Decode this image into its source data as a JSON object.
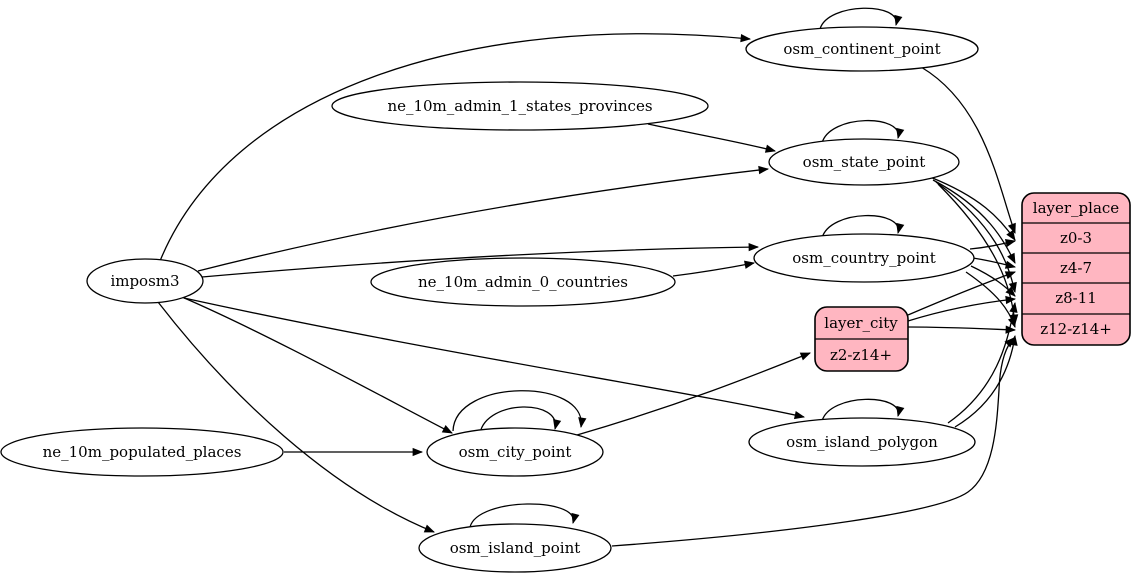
{
  "diagram": {
    "type": "graphviz-etl-flow",
    "background_color": "#ffffff",
    "node_fill": "#ffffff",
    "record_fill": "#ffb6c1",
    "stroke_color": "#000000",
    "nodes": {
      "imposm3": {
        "label": "imposm3",
        "shape": "ellipse"
      },
      "ne_10m_admin_1_states_provinces": {
        "label": "ne_10m_admin_1_states_provinces",
        "shape": "ellipse"
      },
      "ne_10m_admin_0_countries": {
        "label": "ne_10m_admin_0_countries",
        "shape": "ellipse"
      },
      "ne_10m_populated_places": {
        "label": "ne_10m_populated_places",
        "shape": "ellipse"
      },
      "osm_continent_point": {
        "label": "osm_continent_point",
        "shape": "ellipse"
      },
      "osm_state_point": {
        "label": "osm_state_point",
        "shape": "ellipse"
      },
      "osm_country_point": {
        "label": "osm_country_point",
        "shape": "ellipse"
      },
      "osm_city_point": {
        "label": "osm_city_point",
        "shape": "ellipse"
      },
      "osm_island_polygon": {
        "label": "osm_island_polygon",
        "shape": "ellipse"
      },
      "osm_island_point": {
        "label": "osm_island_point",
        "shape": "ellipse"
      },
      "layer_city": {
        "title": "layer_city",
        "rows": [
          "z2-z14+"
        ],
        "shape": "record"
      },
      "layer_place": {
        "title": "layer_place",
        "rows": [
          "z0-3",
          "z4-7",
          "z8-11",
          "z12-z14+"
        ],
        "shape": "record"
      }
    },
    "edges": [
      {
        "from": "imposm3",
        "to": "osm_continent_point"
      },
      {
        "from": "imposm3",
        "to": "osm_state_point"
      },
      {
        "from": "imposm3",
        "to": "osm_country_point"
      },
      {
        "from": "imposm3",
        "to": "osm_city_point"
      },
      {
        "from": "imposm3",
        "to": "osm_island_polygon"
      },
      {
        "from": "imposm3",
        "to": "osm_island_point"
      },
      {
        "from": "ne_10m_admin_1_states_provinces",
        "to": "osm_state_point"
      },
      {
        "from": "ne_10m_admin_0_countries",
        "to": "osm_country_point"
      },
      {
        "from": "ne_10m_populated_places",
        "to": "osm_city_point"
      },
      {
        "from": "osm_continent_point",
        "to": "osm_continent_point"
      },
      {
        "from": "osm_state_point",
        "to": "osm_state_point"
      },
      {
        "from": "osm_country_point",
        "to": "osm_country_point"
      },
      {
        "from": "osm_city_point",
        "to": "osm_city_point"
      },
      {
        "from": "osm_city_point",
        "to": "osm_city_point"
      },
      {
        "from": "osm_island_polygon",
        "to": "osm_island_polygon"
      },
      {
        "from": "osm_island_point",
        "to": "osm_island_point"
      },
      {
        "from": "osm_continent_point",
        "to": "layer_place:z0-3"
      },
      {
        "from": "osm_state_point",
        "to": "layer_place:z0-3"
      },
      {
        "from": "osm_state_point",
        "to": "layer_place:z4-7"
      },
      {
        "from": "osm_state_point",
        "to": "layer_place:z8-11"
      },
      {
        "from": "osm_state_point",
        "to": "layer_place:z12-z14+"
      },
      {
        "from": "osm_country_point",
        "to": "layer_place:z0-3"
      },
      {
        "from": "osm_country_point",
        "to": "layer_place:z4-7"
      },
      {
        "from": "osm_country_point",
        "to": "layer_place:z8-11"
      },
      {
        "from": "osm_country_point",
        "to": "layer_place:z12-z14+"
      },
      {
        "from": "osm_city_point",
        "to": "layer_city:z2-z14+"
      },
      {
        "from": "layer_city",
        "to": "layer_place:z4-7"
      },
      {
        "from": "layer_city",
        "to": "layer_place:z8-11"
      },
      {
        "from": "layer_city",
        "to": "layer_place:z12-z14+"
      },
      {
        "from": "osm_island_polygon",
        "to": "layer_place:z8-11"
      },
      {
        "from": "osm_island_polygon",
        "to": "layer_place:z12-z14+"
      },
      {
        "from": "osm_island_point",
        "to": "layer_place:z12-z14+"
      }
    ]
  }
}
